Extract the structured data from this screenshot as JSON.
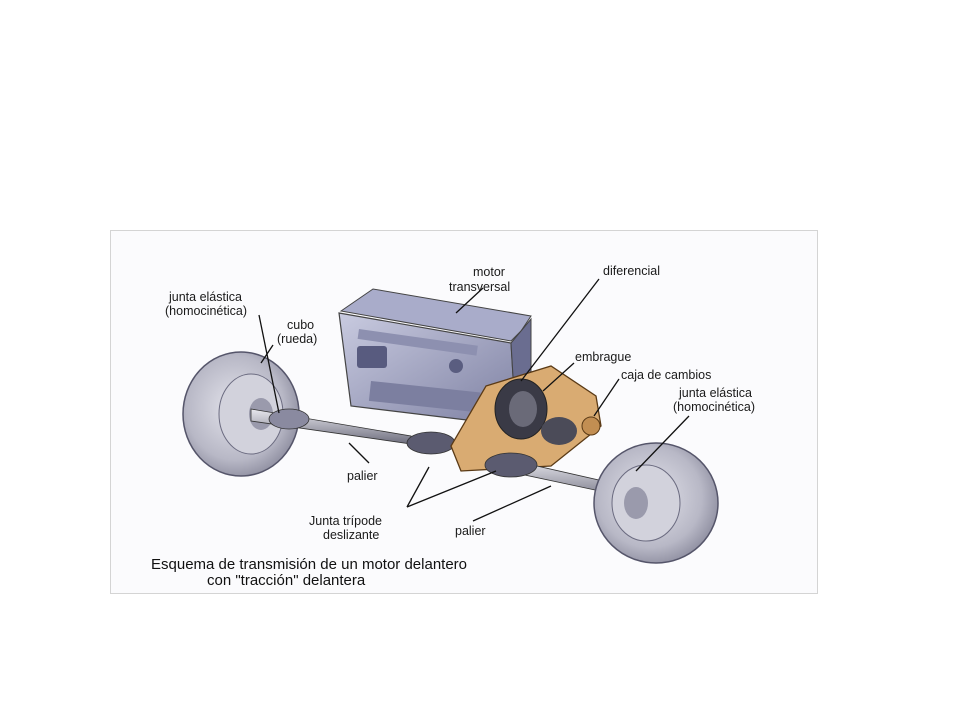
{
  "labels": {
    "junta_elastica_left": [
      "junta elástica",
      "(homocinética)"
    ],
    "cubo": [
      "cubo",
      "(rueda)"
    ],
    "motor": [
      "motor",
      "transversal"
    ],
    "diferencial": "diferencial",
    "embrague": "embrague",
    "caja_cambios": "caja de cambios",
    "junta_elastica_right": [
      "junta elástica",
      "(homocinética)"
    ],
    "palier_left": "palier",
    "junta_tripode": [
      "Junta trípode",
      "deslizante"
    ],
    "palier_right": "palier"
  },
  "caption": [
    "Esquema de transmisión de un motor delantero",
    "con \"tracción\" delantera"
  ]
}
